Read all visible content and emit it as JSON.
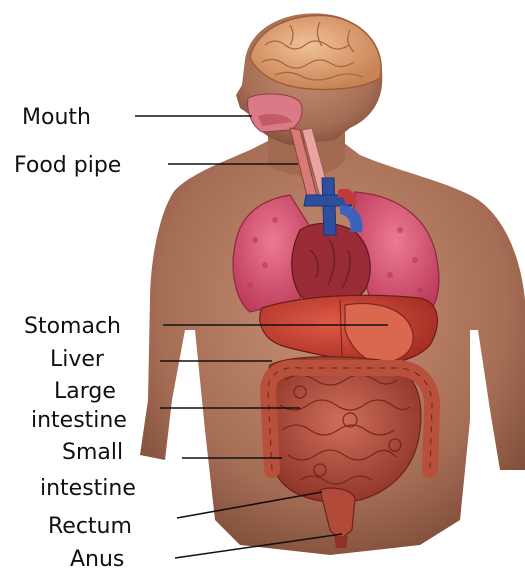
{
  "labels": {
    "mouth": "Mouth",
    "food_pipe": "Food pipe",
    "stomach": "Stomach",
    "liver": "Liver",
    "large_intestine_line1": "Large",
    "large_intestine_line2": "intestine",
    "small_intestine_line1": "Small",
    "small_intestine_line2": "intestine",
    "rectum": "Rectum",
    "anus": "Anus"
  },
  "colors": {
    "skin": "#b07a60",
    "skin_shadow": "#8a5a44",
    "brain": "#d9a071",
    "lungs": "#d65472",
    "heart": "#9e2f3a",
    "vessels": "#2d4f9e",
    "liver": "#c0392b",
    "intestine": "#b24a3a",
    "leader_line": "#111111"
  }
}
